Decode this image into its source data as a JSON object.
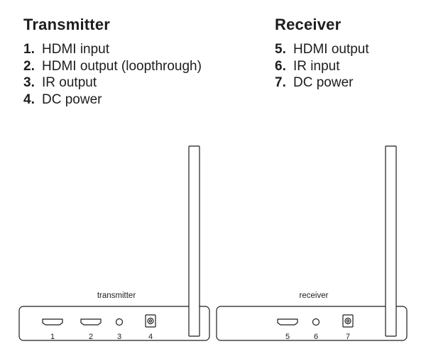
{
  "transmitter": {
    "title": "Transmitter",
    "items": [
      {
        "num": "1.",
        "text": "HDMI input"
      },
      {
        "num": "2.",
        "text": "HDMI output (loopthrough)"
      },
      {
        "num": "3.",
        "text": "IR output"
      },
      {
        "num": "4.",
        "text": "DC power"
      }
    ],
    "device_label": "transmitter",
    "ports": [
      "1",
      "2",
      "3",
      "4"
    ]
  },
  "receiver": {
    "title": "Receiver",
    "items": [
      {
        "num": "5.",
        "text": "HDMI output"
      },
      {
        "num": "6.",
        "text": "IR input"
      },
      {
        "num": "7.",
        "text": "DC power"
      }
    ],
    "device_label": "receiver",
    "ports": [
      "5",
      "6",
      "7"
    ]
  },
  "colors": {
    "stroke": "#1d1d1b",
    "background": "#ffffff"
  }
}
